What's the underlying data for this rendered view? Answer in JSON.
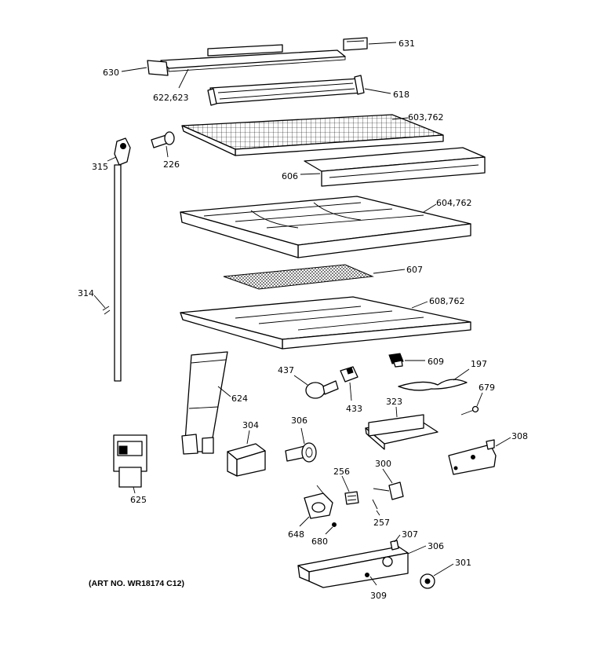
{
  "art_number": "(ART NO. WR18174 C12)",
  "callouts": {
    "c631": "631",
    "c630": "630",
    "c622": "622,623",
    "c618": "618",
    "c603": "603,762",
    "c315": "315",
    "c226": "226",
    "c606a": "606",
    "c604": "604,762",
    "c314": "314",
    "c607": "607",
    "c608": "608,762",
    "c609": "609",
    "c197": "197",
    "c437": "437",
    "c433": "433",
    "c679": "679",
    "c624": "624",
    "c323": "323",
    "c308": "308",
    "c304": "304",
    "c306a": "306",
    "c300": "300",
    "c256": "256",
    "c625": "625",
    "c257": "257",
    "c648": "648",
    "c680": "680",
    "c307": "307",
    "c306b": "306",
    "c301": "301",
    "c309": "309"
  }
}
